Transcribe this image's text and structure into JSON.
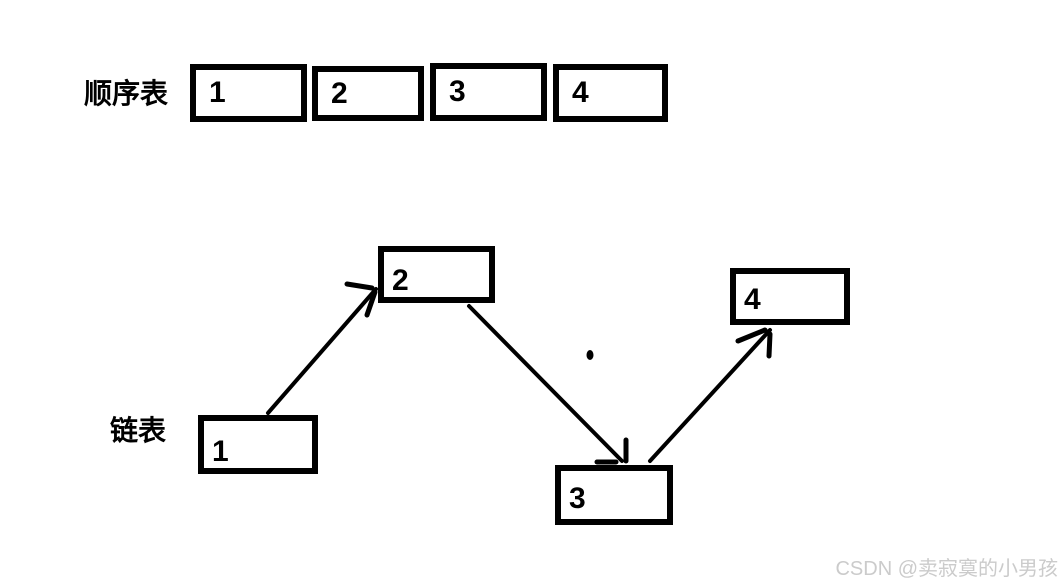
{
  "sequential_list": {
    "label": "顺序表",
    "cells": [
      "1",
      "2",
      "3",
      "4"
    ]
  },
  "linked_list": {
    "label": "链表",
    "nodes": [
      "1",
      "2",
      "3",
      "4"
    ],
    "links": [
      {
        "from": "1",
        "to": "2"
      },
      {
        "from": "2",
        "to": "3"
      },
      {
        "from": "3",
        "to": "4"
      }
    ]
  },
  "watermark": {
    "text": "CSDN @卖寂寞的小男孩"
  },
  "colors": {
    "ink": "#000000",
    "background": "#ffffff",
    "watermark": "#cbcbcb"
  }
}
